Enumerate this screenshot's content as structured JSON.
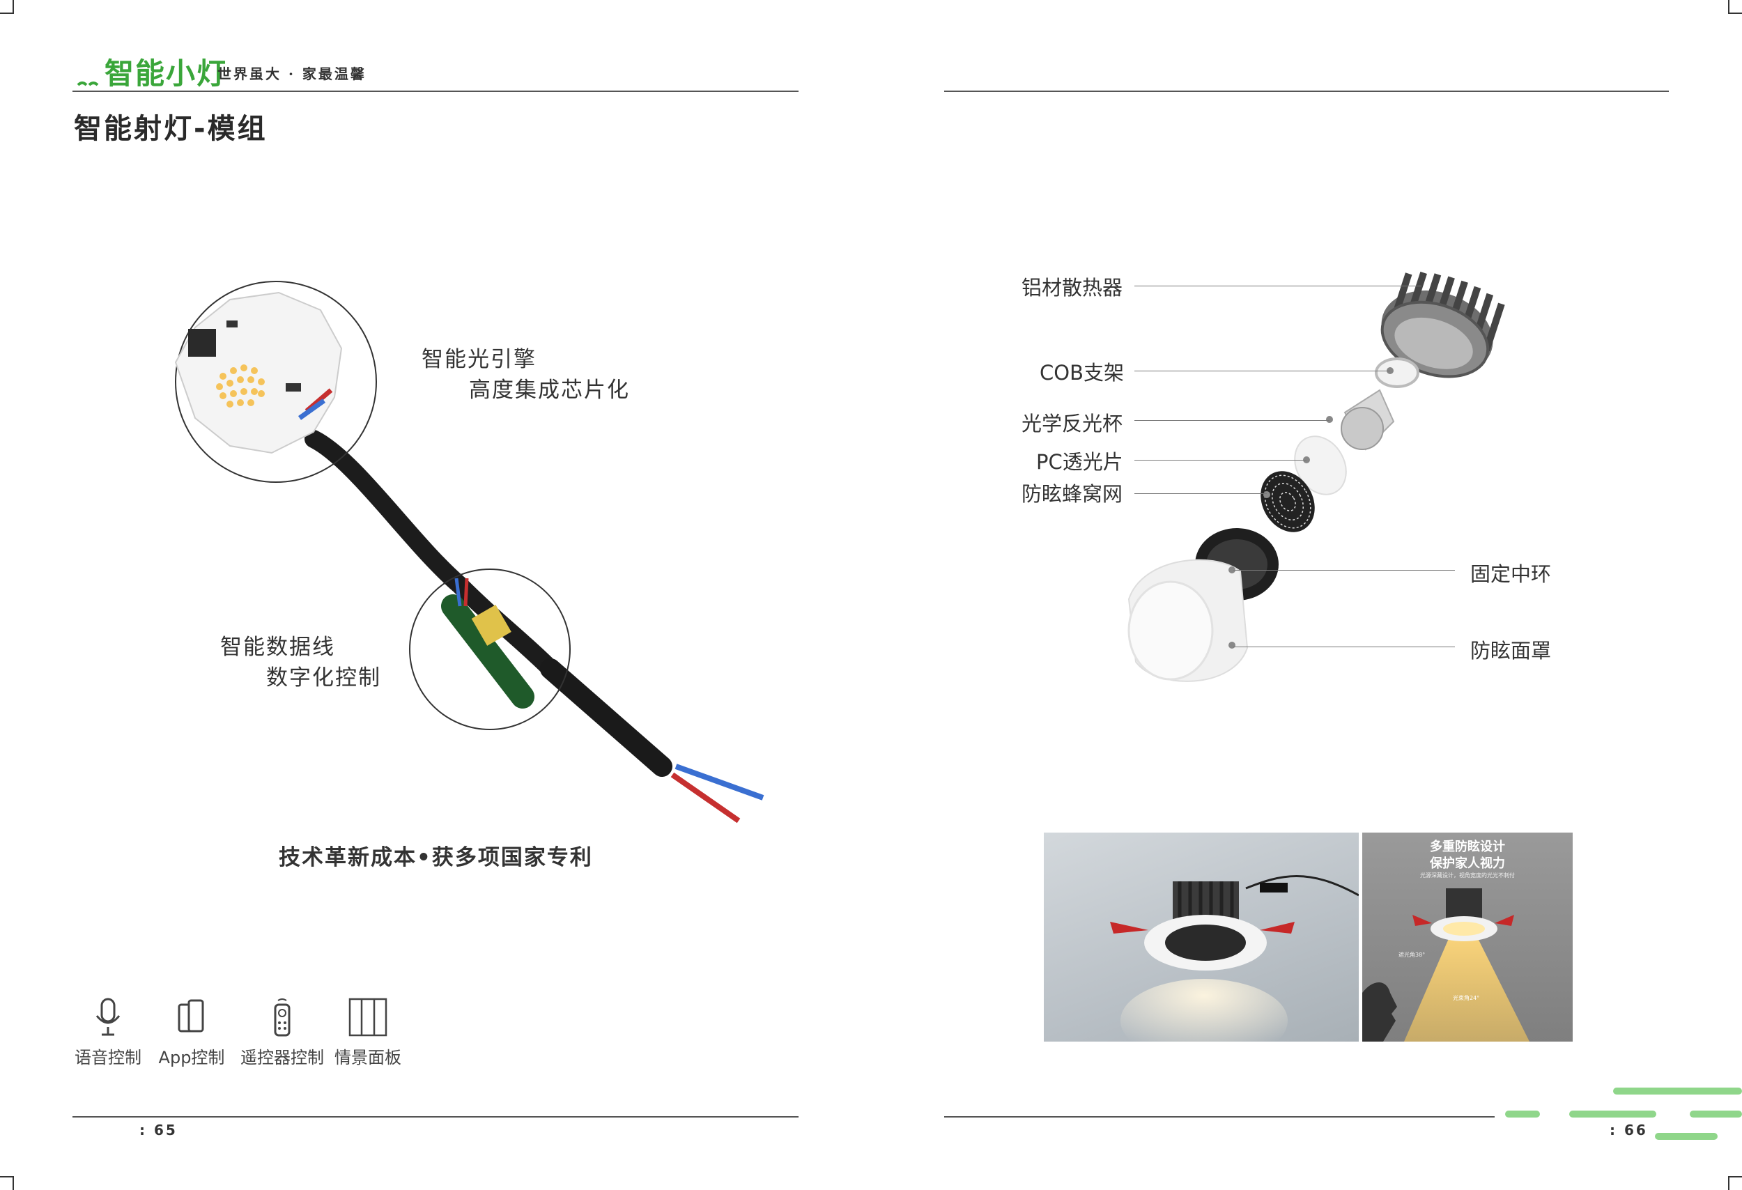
{
  "header": {
    "logo_text": "智能小灯",
    "slogan": "世界虽大 · 家最温馨"
  },
  "left_page": {
    "title": "智能射灯-模组",
    "feature1": {
      "line1": "智能光引擎",
      "line2": "高度集成芯片化"
    },
    "feature2": {
      "line1": "智能数据线",
      "line2": "数字化控制"
    },
    "tagline": "技术革新成本•获多项国家专利",
    "controls": [
      {
        "label": "语音控制",
        "icon": "microphone-icon"
      },
      {
        "label": "App控制",
        "icon": "phone-icon"
      },
      {
        "label": "遥控器控制",
        "icon": "remote-icon"
      },
      {
        "label": "情景面板",
        "icon": "scene-panel-icon"
      }
    ],
    "page_number": ": 65"
  },
  "right_page": {
    "parts": [
      {
        "label": "铝材散热器"
      },
      {
        "label": "COB支架"
      },
      {
        "label": "光学反光杯"
      },
      {
        "label": "PC透光片"
      },
      {
        "label": "防眩蜂窝网"
      },
      {
        "label": "固定中环"
      },
      {
        "label": "防眩面罩"
      }
    ],
    "photo2": {
      "title_line1": "多重防眩设计",
      "title_line2": "保护家人视力",
      "caption": "光源深藏设计，视角宽度的光光不刺付",
      "angle1": "遮光角38°",
      "angle2": "光束角24°"
    },
    "page_number": ": 66"
  },
  "colors": {
    "brand_green": "#3aa63a",
    "accent_green": "#8fd68a"
  }
}
